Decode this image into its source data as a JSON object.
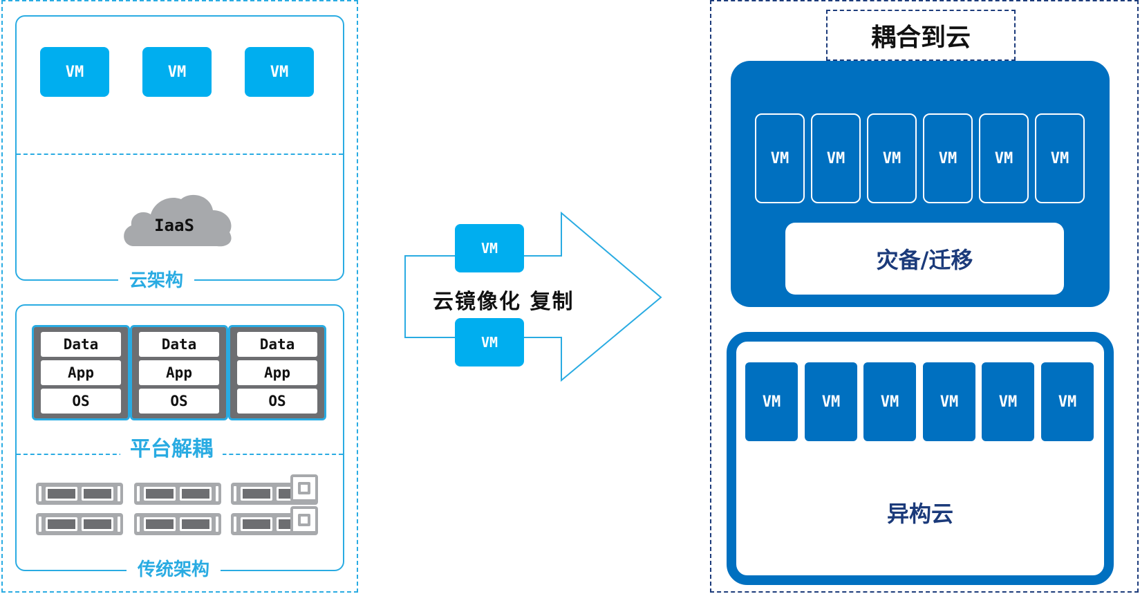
{
  "left": {
    "cloud_arch": {
      "vms": [
        "VM",
        "VM",
        "VM"
      ],
      "cloud_text": "IaaS",
      "label": "云架构"
    },
    "traditional_arch": {
      "stacks": [
        {
          "layers": [
            "Data",
            "App",
            "OS"
          ]
        },
        {
          "layers": [
            "Data",
            "App",
            "OS"
          ]
        },
        {
          "layers": [
            "Data",
            "App",
            "OS"
          ]
        }
      ],
      "platform_label": "平台解耦",
      "label": "传统架构"
    }
  },
  "middle": {
    "vm_top": "VM",
    "vm_bottom": "VM",
    "label": "云镜像化 复制"
  },
  "right": {
    "title": "耦合到云",
    "dr_cloud": {
      "vms": [
        "VM",
        "VM",
        "VM",
        "VM",
        "VM",
        "VM"
      ],
      "label": "灾备/迁移"
    },
    "hetero_cloud": {
      "vms": [
        "VM",
        "VM",
        "VM",
        "VM",
        "VM",
        "VM"
      ],
      "label": "异构云"
    }
  },
  "colors": {
    "light_blue": "#29abe2",
    "vm_blue": "#00aeef",
    "dark_blue": "#0070c0",
    "navy": "#1b3a7a",
    "gray": "#a7a9ac"
  }
}
